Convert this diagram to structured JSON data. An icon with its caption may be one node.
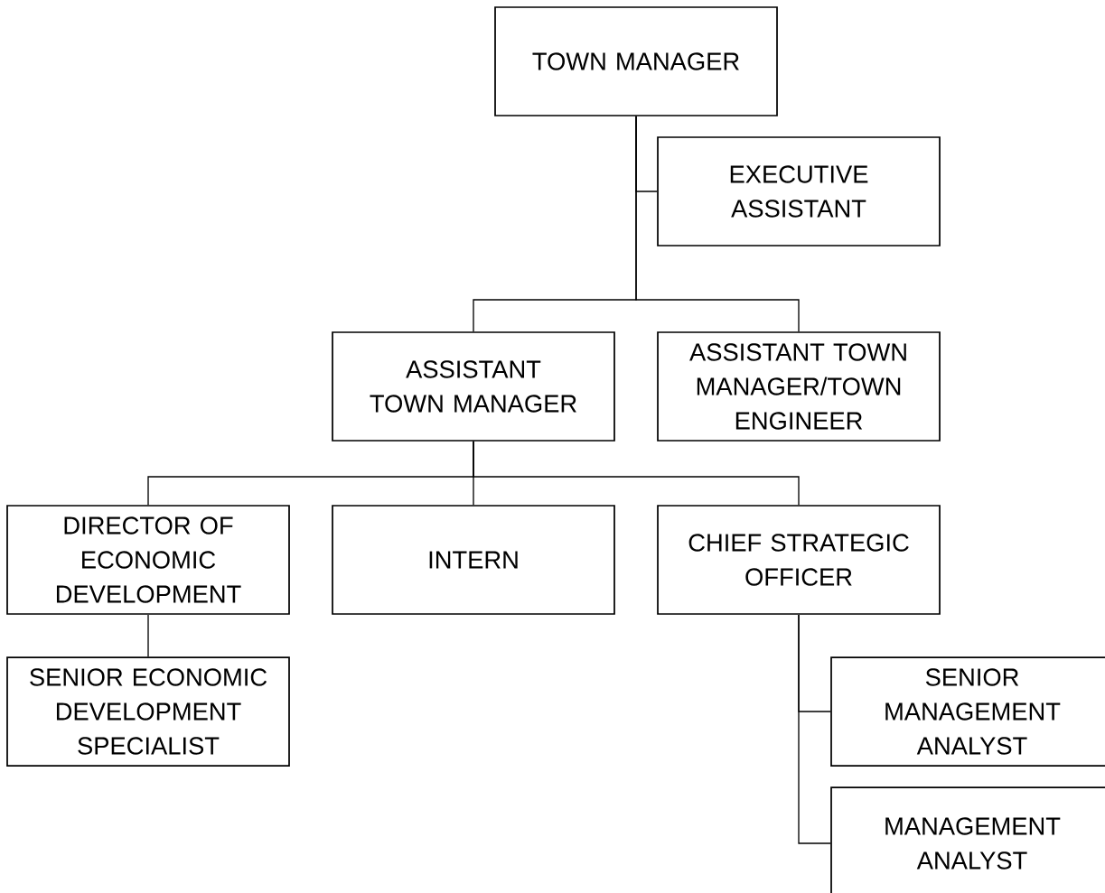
{
  "diagram": {
    "nodes": [
      {
        "text": [
          "TOWN MANAGER"
        ]
      },
      {
        "text": [
          "EXECUTIVE ASSISTANT"
        ]
      },
      {
        "text": [
          "ASSISTANT TOWN MANAGER"
        ]
      },
      {
        "text": [
          "ASSISTANT TOWN MANAGER/TOWN ENGINEER"
        ]
      },
      {
        "text": [
          "DIRECTOR OF ECONOMIC DEVELOPMENT"
        ]
      },
      {
        "text": [
          "INTERN"
        ]
      },
      {
        "text": [
          "CHIEF STRATEGIC OFFICER"
        ]
      },
      {
        "text": [
          "SENIOR ECONOMIC DEVELOPMENT SPECIALIST"
        ]
      },
      {
        "text": [
          "SENIOR MANAGEMENT ANALYST"
        ]
      },
      {
        "text": [
          "MANAGEMENT ANALYST"
        ]
      }
    ],
    "edges": [
      {
        "from": 0,
        "to": 1,
        "arrow": "none"
      },
      {
        "from": 0,
        "to": 2,
        "arrow": "none"
      },
      {
        "from": 0,
        "to": 3,
        "arrow": "none"
      },
      {
        "from": 2,
        "to": 4,
        "arrow": "none"
      },
      {
        "from": 2,
        "to": 5,
        "arrow": "none"
      },
      {
        "from": 2,
        "to": 6,
        "arrow": "none"
      },
      {
        "from": 4,
        "to": 7,
        "arrow": "none"
      },
      {
        "from": 6,
        "to": 8,
        "arrow": "none"
      },
      {
        "from": 6,
        "to": 9,
        "arrow": "none"
      }
    ]
  }
}
